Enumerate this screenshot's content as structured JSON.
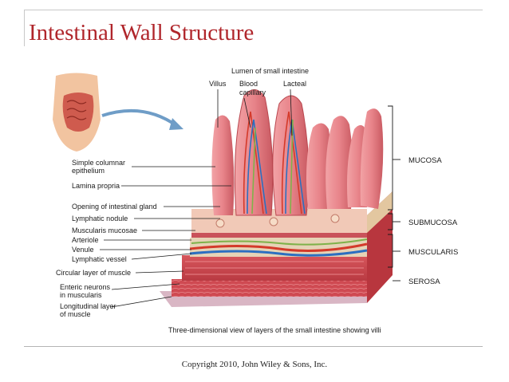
{
  "title": "Intestinal Wall Structure",
  "copyright": "Copyright 2010, John Wiley & Sons, Inc.",
  "diagram": {
    "top_label": "Lumen of small intestine",
    "top_callouts": [
      "Villus",
      "Blood",
      "capillary",
      "Lacteal"
    ],
    "left_labels": [
      "Simple columnar",
      "epithelium",
      "Lamina propria",
      "Opening of intestinal gland",
      "Lymphatic nodule",
      "Muscularis mucosae",
      "Arteriole",
      "Venule",
      "Lymphatic vessel",
      "Circular layer of muscle",
      "Enteric neurons",
      "in muscularis",
      "Longitudinal layer",
      "of muscle"
    ],
    "layers": [
      "MUCOSA",
      "SUBMUCOSA",
      "MUSCULARIS",
      "SEROSA"
    ],
    "caption": "Three-dimensional view of layers of the small intestine showing villi"
  },
  "colors": {
    "title": "#b0262b",
    "villus": "#e8848a",
    "artery": "#d43a2a",
    "vein": "#2c6fc0",
    "lacteal": "#7fb24a"
  }
}
